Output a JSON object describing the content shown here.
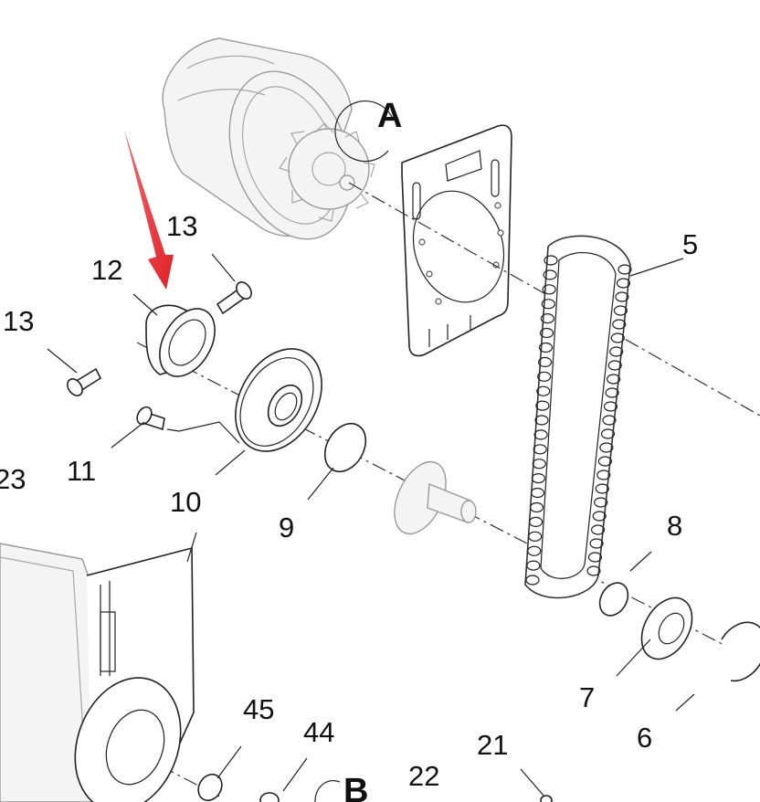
{
  "diagram": {
    "detail_labels": [
      "A",
      "B"
    ],
    "callouts": [
      "5",
      "6",
      "7",
      "8",
      "9",
      "10",
      "11",
      "12",
      "13",
      "13",
      "21",
      "22",
      "23",
      "44",
      "45"
    ],
    "arrow_color": "#e8262b"
  }
}
